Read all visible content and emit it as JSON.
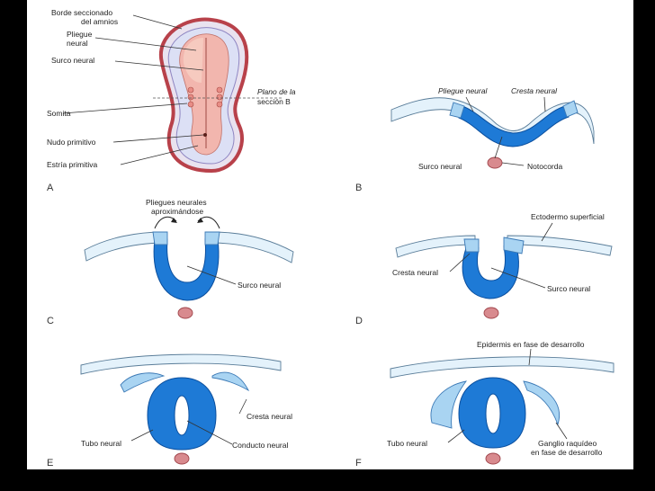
{
  "panels": {
    "A": {
      "letter": "A",
      "labels": {
        "amnion_edge_1": "Borde seccionado",
        "amnion_edge_2": "del amnios",
        "neural_fold_1": "Pliegue",
        "neural_fold_2": "neural",
        "neural_groove": "Surco neural",
        "somite": "Somita",
        "primitive_node": "Nudo primitivo",
        "primitive_streak": "Estría primitiva",
        "plane_1": "Plano de la",
        "plane_2": "sección B"
      }
    },
    "B": {
      "letter": "B",
      "labels": {
        "neural_fold": "Pliegue neural",
        "neural_crest": "Cresta neural",
        "neural_groove": "Surco neural",
        "notochord": "Notocorda"
      }
    },
    "C": {
      "letter": "C",
      "labels": {
        "approaching_1": "Pliegues neurales",
        "approaching_2": "aproximándose",
        "neural_groove": "Surco neural"
      }
    },
    "D": {
      "letter": "D",
      "labels": {
        "surface_ectoderm": "Ectodermo superficial",
        "neural_crest": "Cresta neural",
        "neural_groove": "Surco neural"
      }
    },
    "E": {
      "letter": "E",
      "labels": {
        "neural_crest": "Cresta neural",
        "neural_tube": "Tubo neural",
        "neural_canal": "Conducto neural"
      }
    },
    "F": {
      "letter": "F",
      "labels": {
        "developing_epidermis": "Epidermis en fase de desarrollo",
        "neural_tube": "Tubo neural",
        "ganglion_1": "Ganglio raquídeo",
        "ganglion_2": "en fase de desarrollo"
      }
    }
  },
  "colors": {
    "neural_tissue": "#1e7ad6",
    "ectoderm": "#e4f2fb",
    "crest": "#a9d4f2",
    "notochord": "#d88a8e",
    "embryo_outer": "#c0504d",
    "embryo_inner": "#f2b6ae",
    "slide_background": "#000000"
  }
}
